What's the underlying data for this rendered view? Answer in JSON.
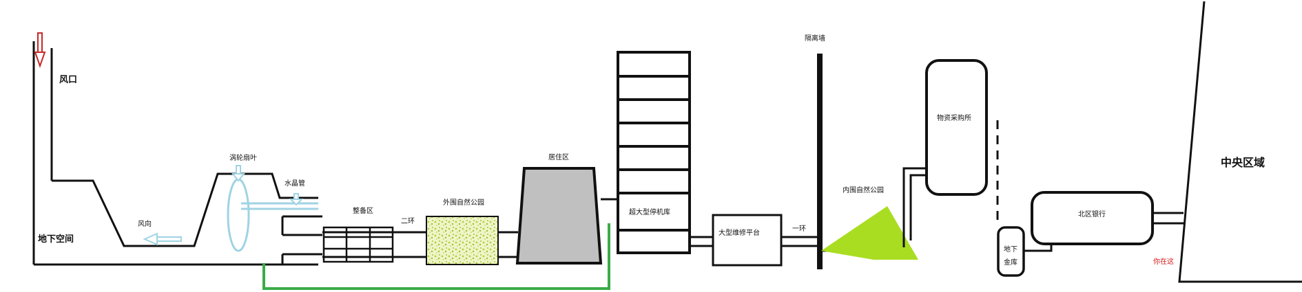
{
  "labels": {
    "vent": "风口",
    "underground": "地下空间",
    "wind_direction": "风向",
    "turbine_blade": "涡轮扇叶",
    "crystal_tube": "水晶管",
    "prep_area": "整备区",
    "ring_two": "二环",
    "outer_park": "外围自然公园",
    "residential": "居住区",
    "super_hangar": "超大型停机库",
    "repair_platform": "大型维修平台",
    "ring_one": "一环",
    "isolation_wall": "隔离墙",
    "inner_park": "内围自然公园",
    "supply_office": "物资采购所",
    "vault": "地下\n金库",
    "north_bank": "北区银行",
    "central_area": "中央区域",
    "you_are_here": "你在这"
  },
  "colors": {
    "line": "#111111",
    "arrow_red": "#c62828",
    "pipe_blue": "#9fd3e3",
    "connector_green": "#3aab48",
    "park_yellow_green": "#c8dd5c",
    "residential_gray": "#c0c0c0",
    "inner_park_green": "#a9dd22",
    "marker_red": "#d21a1a"
  }
}
